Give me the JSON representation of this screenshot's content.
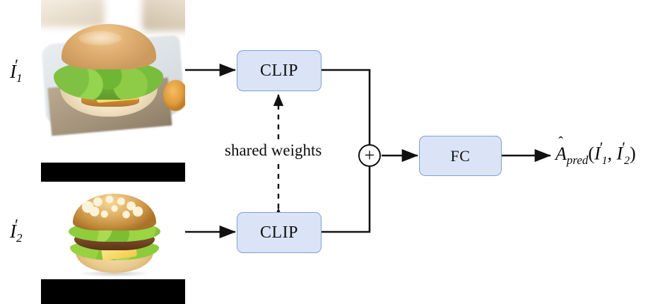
{
  "figure": {
    "title": "CLIP siamese aesthetic-prediction architecture",
    "background_color": "#ffffff",
    "box_fill_color": "#dae4f6",
    "box_border_color": "#7f9fd0",
    "stroke_color": "#111111"
  },
  "inputs": [
    {
      "id": "input-1",
      "label_base": "I",
      "label_sub": "1",
      "label_prime": "′",
      "image_caption": "burger with lettuce, tomato, onion and cheese on a wooden table"
    },
    {
      "id": "input-2",
      "label_base": "I",
      "label_sub": "2",
      "label_prime": "′",
      "image_caption": "sesame-seed cheeseburger on white background with black letterbox bars"
    }
  ],
  "nodes": {
    "clip_top_label": "CLIP",
    "clip_bottom_label": "CLIP",
    "fc_label": "FC",
    "sum_label": "+"
  },
  "annotations": {
    "shared_weights": "shared weights"
  },
  "output": {
    "hat": "ˆ",
    "base": "A",
    "subscript": "pred",
    "open_paren": "(",
    "arg1_base": "I",
    "arg1_prime": "′",
    "arg1_sub": "1",
    "comma": ", ",
    "arg2_base": "I",
    "arg2_prime": "′",
    "arg2_sub": "2",
    "close_paren": ")"
  }
}
